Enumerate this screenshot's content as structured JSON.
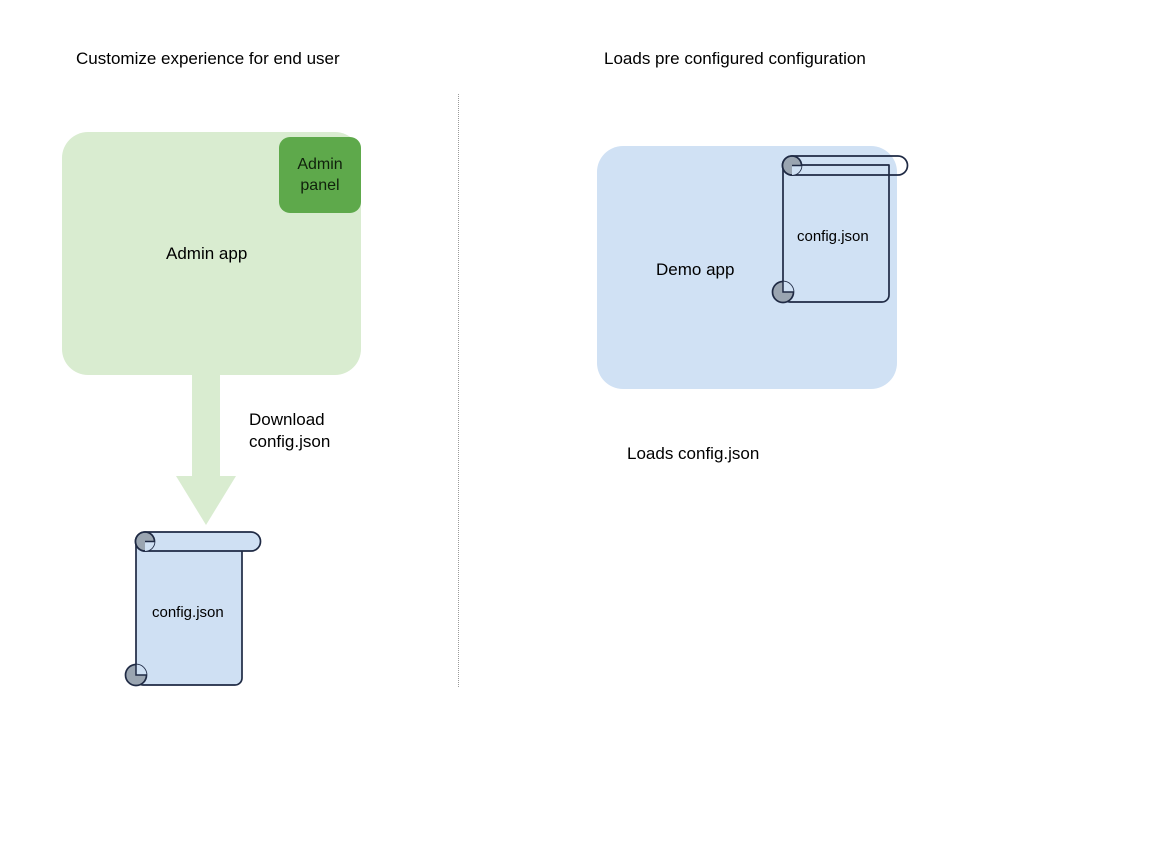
{
  "diagram": {
    "background_color": "#ffffff",
    "divider": {
      "name": "vertical-dotted-divider",
      "color": "#9a9a9a"
    },
    "left_section": {
      "title": "Customize experience for end user",
      "app_box": {
        "label": "Admin app",
        "fill_color": "#d9ecd0"
      },
      "admin_panel": {
        "label": "Admin\npanel",
        "label_line1": "Admin",
        "label_line2": "panel",
        "fill_color": "#5ea94b"
      },
      "arrow": {
        "label_line1": "Download",
        "label_line2": "config.json",
        "color": "#d9ecd0",
        "direction": "down"
      },
      "document": {
        "label": "config.json",
        "fill_color": "#cfe0f3",
        "stroke_color": "#1f2a44",
        "curl_color": "#9aa5b1"
      }
    },
    "right_section": {
      "title": "Loads pre configured configuration",
      "app_box": {
        "label": "Demo app",
        "fill_color": "#d0e1f4"
      },
      "document": {
        "label": "config.json",
        "fill_color": "none",
        "stroke_color": "#1f2a44",
        "curl_color": "#9aa5b1"
      },
      "caption": "Loads config.json"
    }
  }
}
